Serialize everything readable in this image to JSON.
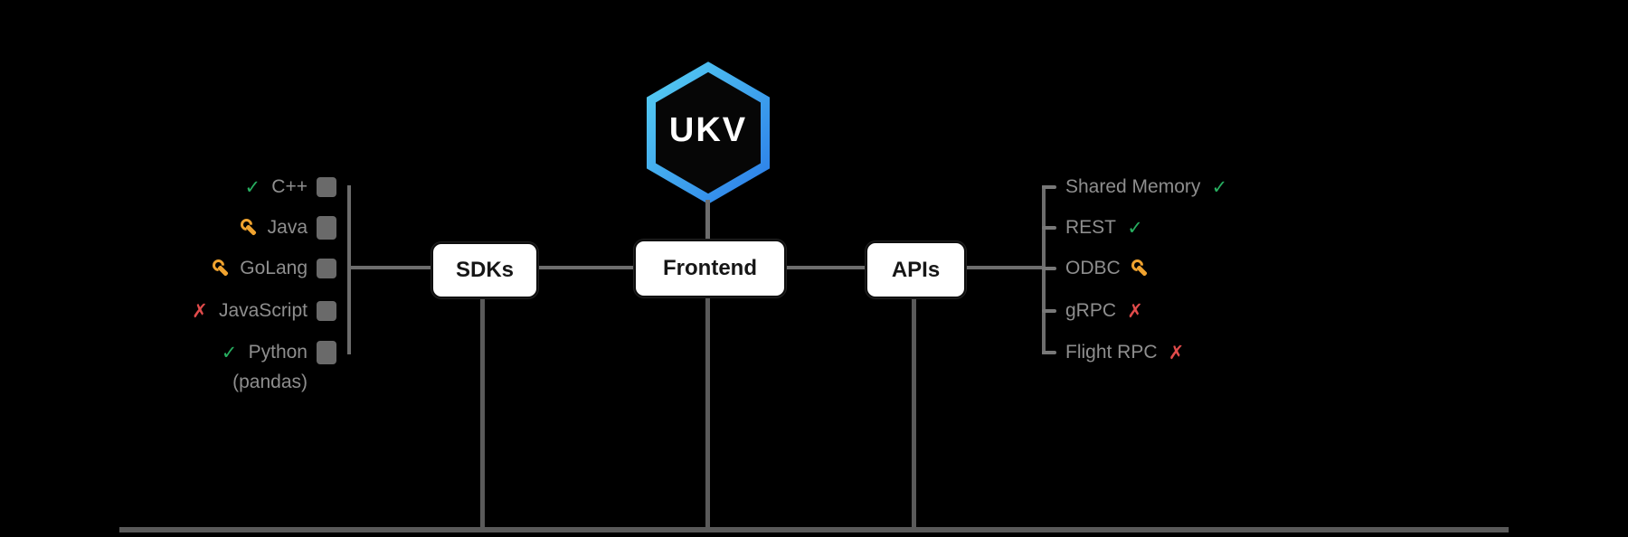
{
  "hexagon": {
    "label": "UKV"
  },
  "nodes": {
    "sdks": "SDKs",
    "frontend": "Frontend",
    "apis": "APIs"
  },
  "sdk_items": [
    {
      "label": "C++",
      "status": "done"
    },
    {
      "label": "Java",
      "status": "wip"
    },
    {
      "label": "GoLang",
      "status": "wip"
    },
    {
      "label": "JavaScript",
      "status": "missing"
    },
    {
      "label": "Python",
      "sublabel": "(pandas)",
      "status": "done"
    }
  ],
  "api_items": [
    {
      "label": "Shared Memory",
      "status": "done"
    },
    {
      "label": "REST",
      "status": "done"
    },
    {
      "label": "ODBC",
      "status": "wip"
    },
    {
      "label": "gRPC",
      "status": "missing"
    },
    {
      "label": "Flight RPC",
      "status": "missing"
    }
  ],
  "icons": {
    "done": "✓",
    "missing": "✗",
    "wip": "wrench-shape",
    "sdk_logos": [
      "cpp-logo",
      "java-logo",
      "golang-logo",
      "javascript-logo",
      "python-logo"
    ]
  },
  "colors": {
    "done": "#27ae60",
    "wip": "#f0a32f",
    "missing": "#e14b4b",
    "hex_gradient_top": "#56cff2",
    "hex_gradient_bottom": "#2b7de9",
    "line": "#6d6d6d",
    "muted_text": "#8e8e8e",
    "node_bg": "#ffffff",
    "node_text": "#161616"
  }
}
